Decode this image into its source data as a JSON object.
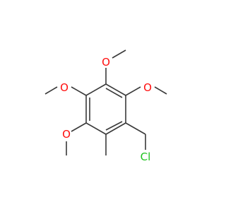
{
  "molecule": {
    "atoms": [
      {
        "label": "O",
        "color": "#ff0d0d"
      },
      {
        "label": "O",
        "color": "#ff0d0d"
      },
      {
        "label": "O",
        "color": "#ff0d0d"
      },
      {
        "label": "O",
        "color": "#ff0d0d"
      },
      {
        "label": "Cl",
        "color": "#1fc21f"
      }
    ],
    "bond_color": "#3a3a3a",
    "background": "#ffffff"
  }
}
